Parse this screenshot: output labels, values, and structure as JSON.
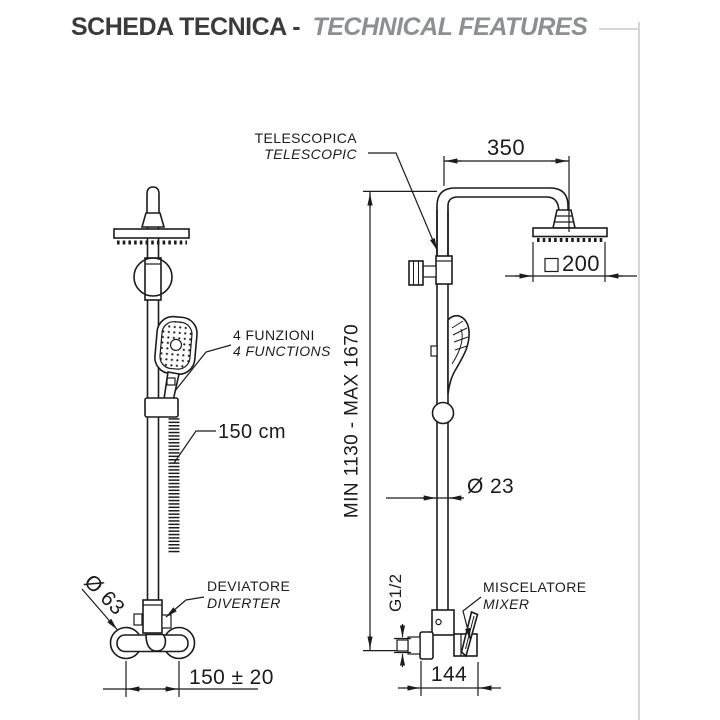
{
  "page": {
    "background": "#ffffff",
    "frame_color": "#d6d6da",
    "line_color": "#1c1c1e"
  },
  "header": {
    "title_it": "SCHEDA TECNICA - ",
    "title_en": "TECHNICAL FEATURES",
    "title_it_color": "#3b3b3d",
    "title_en_color": "#8c8f94"
  },
  "front_view": {
    "labels": {
      "functions_it": "4 FUNZIONI",
      "functions_en": "4 FUNCTIONS",
      "hose_length": "150 cm",
      "escutcheon_diameter": "Ø 63",
      "diverter_it": "DEVIATORE",
      "diverter_en": "DIVERTER",
      "inlet_distance": "150 ± 20"
    }
  },
  "side_view": {
    "labels": {
      "telescopic_it": "TELESCOPICA",
      "telescopic_en": "TELESCOPIC",
      "arm_length": "350",
      "head_size": "200",
      "head_size_symbol": "square",
      "height_range": "MIN 1130 - MAX 1670",
      "column_diameter": "Ø 23",
      "inlet_thread": "G1/2",
      "mixer_it": "MISCELATORE",
      "mixer_en": "MIXER",
      "mixer_width": "144"
    }
  }
}
